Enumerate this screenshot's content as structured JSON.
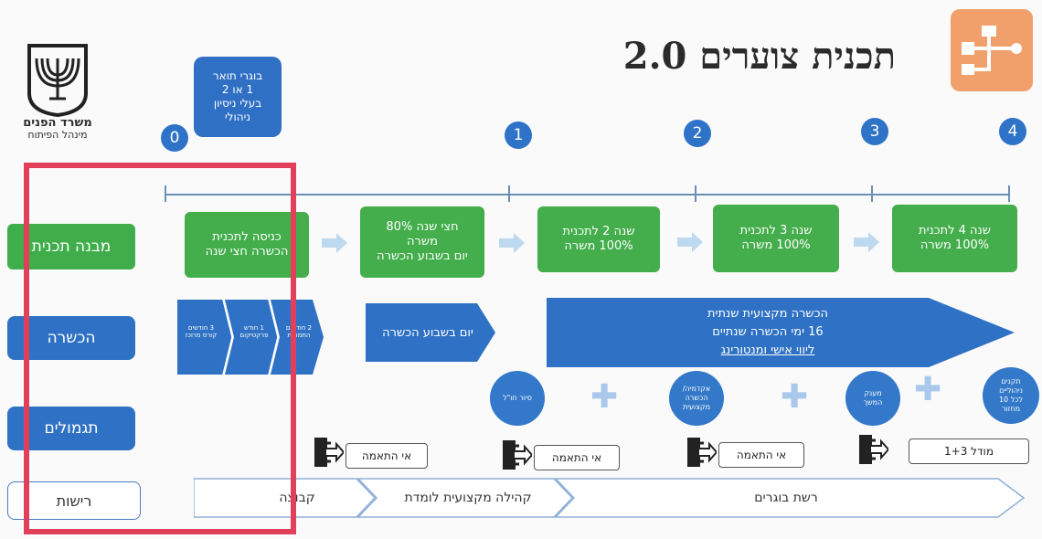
{
  "title": "תכנית צוערים 2.0",
  "logo": {
    "line1": "משרד הפנים",
    "line2": "מינהל הפיתוח"
  },
  "note": {
    "line1": "בוגרי תואר",
    "line2": "1 או 2",
    "line3": "בעלי ניסיון",
    "line4": "ניהולי"
  },
  "milestones": [
    "0",
    "1",
    "2",
    "3",
    "4"
  ],
  "rows": {
    "program_structure": "מבנה תכנית",
    "training": "הכשרה",
    "rewards": "תגמולים",
    "licensing": "רישות"
  },
  "structure_boxes": [
    {
      "line1": "כניסה לתכנית",
      "line2": "הכשרה חצי שנה"
    },
    {
      "line1": "חצי שנה 80%",
      "line2": "משרה",
      "line3": "יום בשבוע הכשרה"
    },
    {
      "line1": "שנה 2 לתכנית",
      "line2": "100% משרה"
    },
    {
      "line1": "שנה 3 לתכנית",
      "line2": "100% משרה"
    },
    {
      "line1": "שנה 4 לתכנית",
      "line2": "100% משרה"
    }
  ],
  "training": {
    "chevrons": [
      {
        "line1": "3 חודשים",
        "line2": "קורס מרוכז"
      },
      {
        "line1": "1 חודש",
        "line2": "פרקטיקום"
      },
      {
        "line1": "2 חודשים",
        "line2": "התמחות"
      }
    ],
    "weekly": "יום בשבוע הכשרה",
    "long": {
      "line1": "הכשרה מקצועית שנתית",
      "line2": "16 ימי הכשרה שנתיים",
      "line3": "ליווי אישי ומנטורינג"
    }
  },
  "rewards_items": [
    {
      "line1": "סיור חו\"ל"
    },
    {
      "line1": "אקדמיה/",
      "line2": "הכשרה",
      "line3": "מקצועית"
    },
    {
      "line1": "מענק",
      "line2": "המשך"
    },
    {
      "line1": "תקנים",
      "line2": "ניהוליים",
      "line3": "לכל 10",
      "line4": "מחזור"
    }
  ],
  "exits": [
    {
      "label": "אי התאמה"
    },
    {
      "label": "אי התאמה"
    },
    {
      "label": "אי התאמה"
    },
    {
      "label": "מודל 1+3"
    }
  ],
  "network": {
    "stage1": "קבוצה",
    "stage2": "קהילה מקצועית לומדת",
    "stage3": "רשת בוגרים"
  },
  "colors": {
    "green": "#43ae4b",
    "blue": "#2f72c5",
    "highlight": "#e0405a",
    "accent": "#f1a06c"
  }
}
